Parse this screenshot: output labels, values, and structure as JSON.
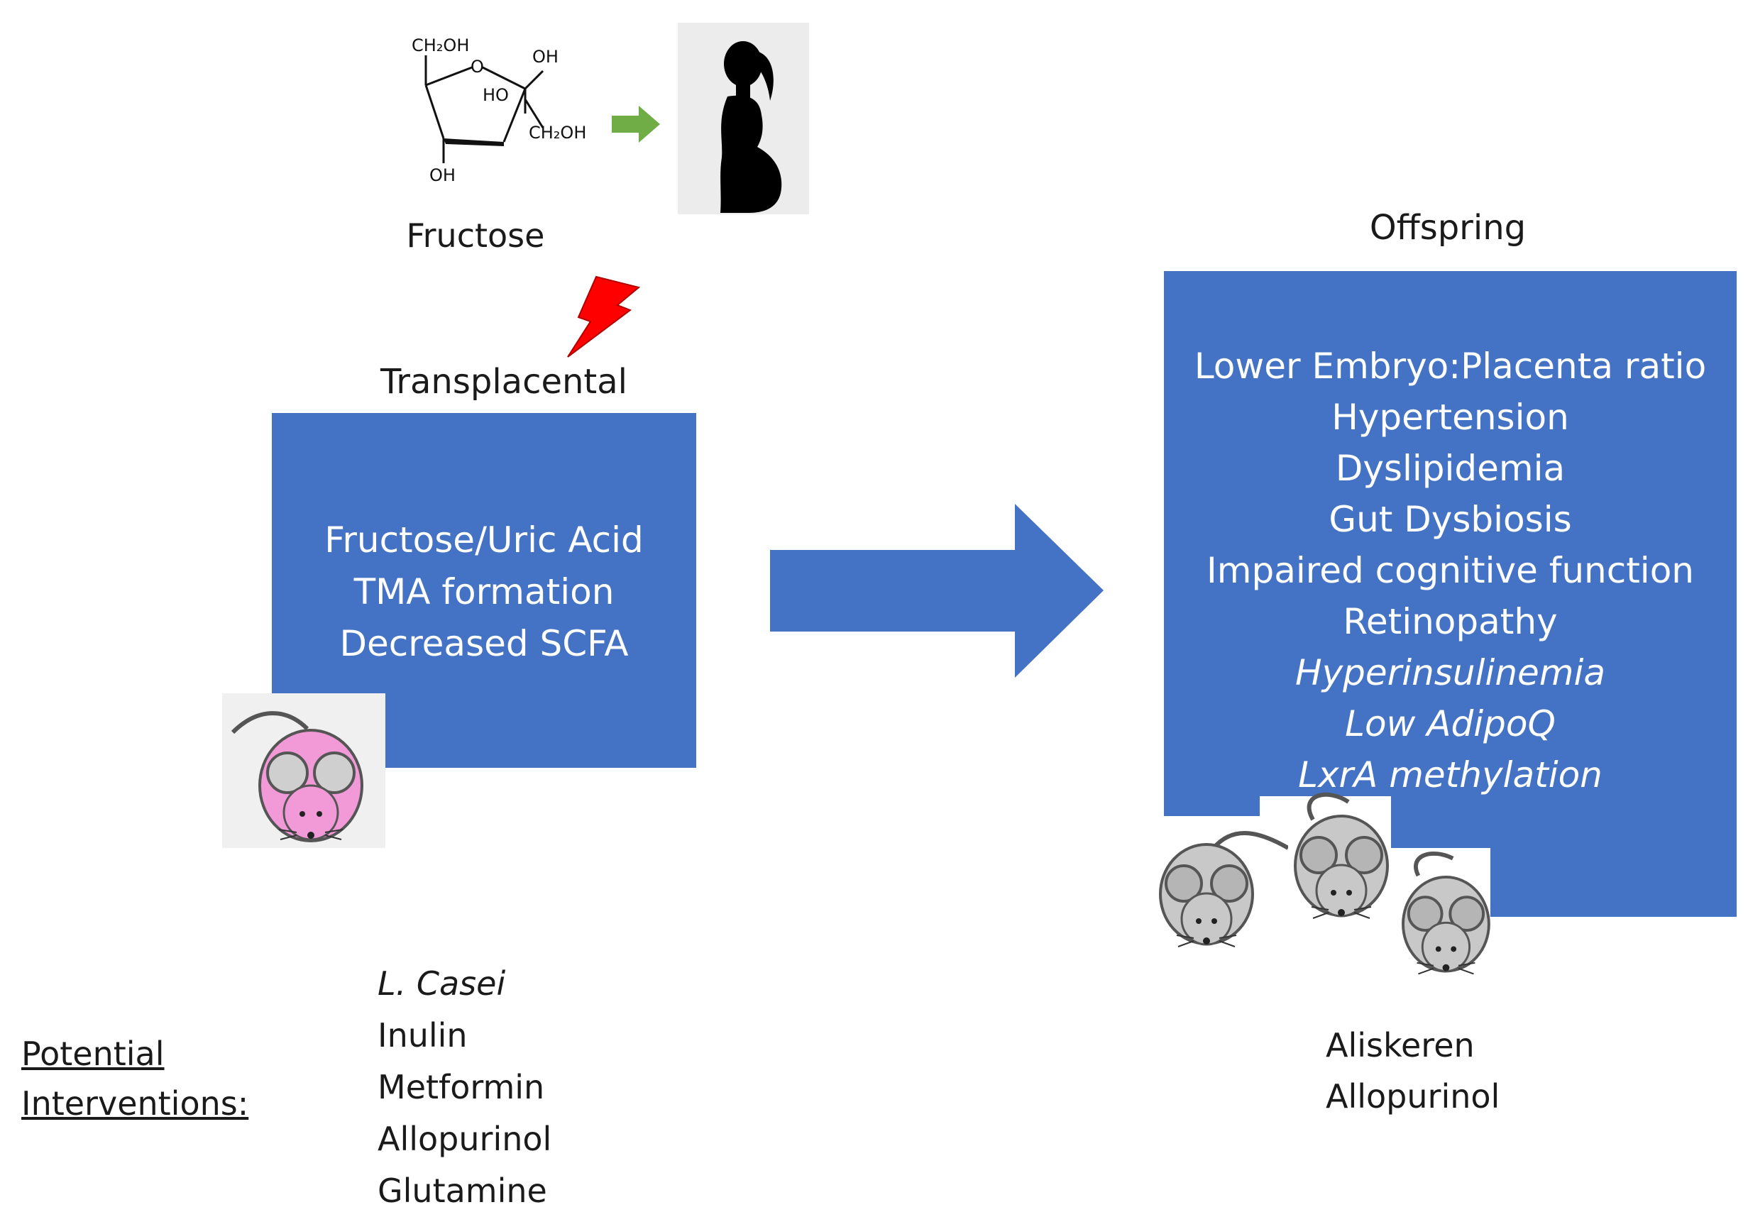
{
  "fructose": {
    "label": "Fructose",
    "structure_labels": {
      "top_group": "CH₂OH",
      "ring_oxygen": "O",
      "anomeric_oh": "OH",
      "ring_ho": "HO",
      "side_group": "CH₂OH",
      "bottom_oh": "OH"
    }
  },
  "maternal": {
    "icon": "pregnant-woman-icon",
    "arrow_color": "#70ad47"
  },
  "transplacental": {
    "label": "Transplacental",
    "lightning_color": "#ff0000"
  },
  "left_box": {
    "color": "#4472c4",
    "lines": [
      "Fructose/Uric Acid",
      "TMA formation",
      "Decreased SCFA"
    ]
  },
  "offspring": {
    "label": "Offspring",
    "lines": [
      {
        "text": "Lower Embryo:Placenta ratio",
        "italic": false
      },
      {
        "text": "Hypertension",
        "italic": false
      },
      {
        "text": "Dyslipidemia",
        "italic": false
      },
      {
        "text": "Gut Dysbiosis",
        "italic": false
      },
      {
        "text": "Impaired cognitive function",
        "italic": false
      },
      {
        "text": "Retinopathy",
        "italic": false
      },
      {
        "text": "Hyperinsulinemia",
        "italic": true
      },
      {
        "text": "Low AdipoQ",
        "italic": true
      },
      {
        "text": "LxrA methylation",
        "italic": true
      }
    ]
  },
  "interventions": {
    "title_line1": "Potential",
    "title_line2": "Interventions:",
    "maternal": [
      {
        "text": "L. Casei",
        "italic": true
      },
      {
        "text": "Inulin",
        "italic": false
      },
      {
        "text": "Metformin",
        "italic": false
      },
      {
        "text": "Allopurinol",
        "italic": false
      },
      {
        "text": "Glutamine",
        "italic": false
      }
    ],
    "offspring": [
      "Aliskeren",
      "Allopurinol"
    ]
  },
  "colors": {
    "box_blue": "#4472c4",
    "mouse_pink": "#f29ad8",
    "mouse_gray": "#c8c8c8"
  }
}
